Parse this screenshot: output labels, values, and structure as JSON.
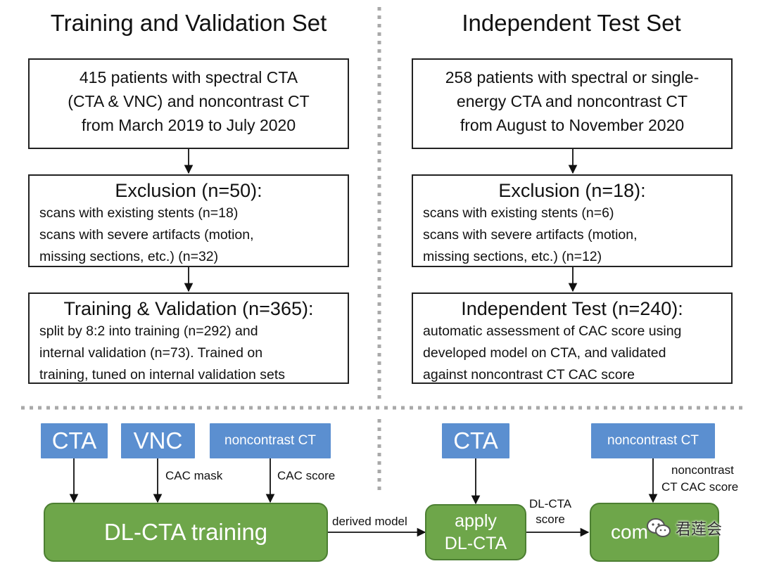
{
  "titles": {
    "left": "Training and Validation Set",
    "right": "Independent Test Set"
  },
  "left_column": {
    "source": [
      "415 patients with spectral CTA",
      "(CTA & VNC) and noncontrast CT",
      "from March 2019 to July 2020"
    ],
    "exclusion": {
      "heading": "Exclusion (n=50):",
      "lines": [
        "scans with existing stents (n=18)",
        "scans with severe artifacts (motion,",
        "missing sections, etc.) (n=32)"
      ]
    },
    "final": {
      "heading": "Training & Validation (n=365):",
      "lines": [
        "split by 8:2 into training (n=292) and",
        "internal validation (n=73). Trained on",
        "training, tuned on internal validation sets"
      ]
    }
  },
  "right_column": {
    "source": [
      "258 patients with spectral or single-",
      "energy CTA and noncontrast CT",
      "from August to November 2020"
    ],
    "exclusion": {
      "heading": "Exclusion (n=18):",
      "lines": [
        "scans with existing stents (n=6)",
        "scans with severe artifacts (motion,",
        "missing sections, etc.) (n=12)"
      ]
    },
    "final": {
      "heading": "Independent Test (n=240):",
      "lines": [
        "automatic assessment of CAC score using",
        "developed model on CTA, and validated",
        "against noncontrast CT CAC score"
      ]
    }
  },
  "pipeline": {
    "inputs": {
      "cta_left": "CTA",
      "vnc": "VNC",
      "noncontrast_left": "noncontrast CT",
      "cta_right": "CTA",
      "noncontrast_right": "noncontrast CT"
    },
    "edge_labels": {
      "cac_mask": "CAC mask",
      "cac_score": "CAC score",
      "derived_model": "derived model",
      "dl_cta_score": [
        "DL-CTA",
        "score"
      ],
      "noncontrast_cac_score": [
        "noncontrast",
        "CT CAC score"
      ]
    },
    "nodes": {
      "training": "DL-CTA training",
      "apply": [
        "apply",
        "DL-CTA"
      ],
      "compare": "com"
    }
  },
  "watermark": "君莲会",
  "colors": {
    "input_box": "#5b8fd0",
    "process_box": "#6ea64a",
    "process_border": "#4c7f32",
    "divider": "#a9a9a9"
  }
}
